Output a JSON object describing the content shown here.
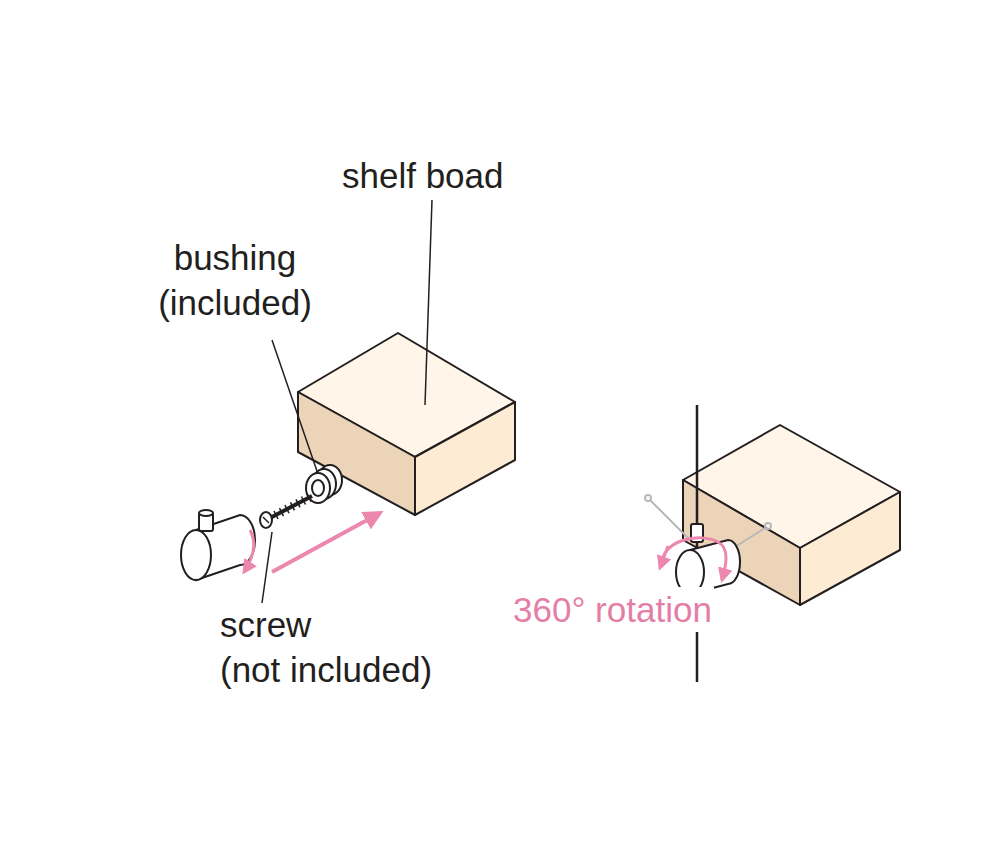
{
  "diagram": {
    "labels": [
      "shelf boad",
      "bushing (included)",
      "screw (not included)",
      "360° rotation"
    ]
  }
}
